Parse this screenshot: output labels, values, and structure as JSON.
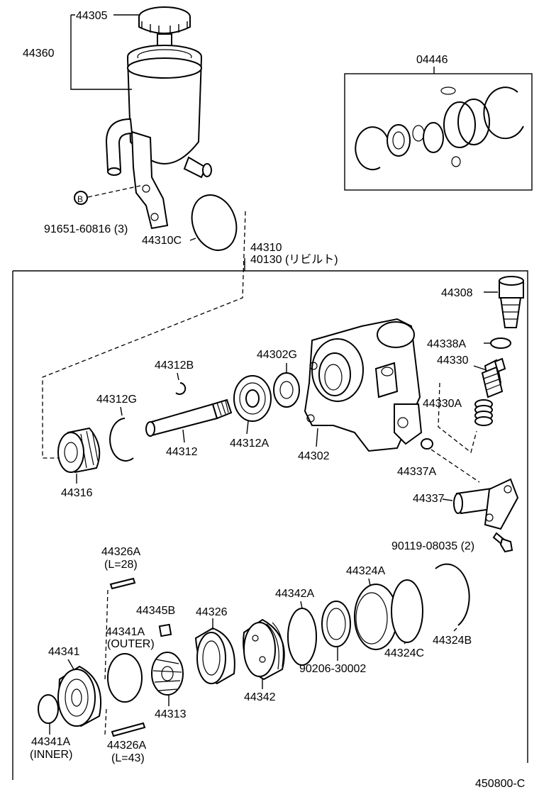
{
  "labels": {
    "p44305": "44305",
    "p44360": "44360",
    "p04446": "04446",
    "bolt_b": "B",
    "p91651": "91651-60816 (3)",
    "p44310c": "44310C",
    "p44310": "44310",
    "p40130": "40130 (リビルト)",
    "p44308": "44308",
    "p44338a": "44338A",
    "p44330": "44330",
    "p44330a": "44330A",
    "p44302g": "44302G",
    "p44312b": "44312B",
    "p44312g": "44312G",
    "p44312": "44312",
    "p44312a": "44312A",
    "p44302": "44302",
    "p44316": "44316",
    "p44337a": "44337A",
    "p44337": "44337",
    "p90119": "90119-08035 (2)",
    "p44326a_top": "44326A",
    "p44326a_top_len": "(L=28)",
    "p44324a": "44324A",
    "p44342a": "44342A",
    "p44345b": "44345B",
    "p44326": "44326",
    "p44341a_outer": "44341A",
    "p44341a_outer_sub": "(OUTER)",
    "p44341": "44341",
    "p44324b": "44324B",
    "p44324c": "44324C",
    "p90206": "90206-30002",
    "p44342": "44342",
    "p44313": "44313",
    "p44341a_inner": "44341A",
    "p44341a_inner_sub": "(INNER)",
    "p44326a_bot": "44326A",
    "p44326a_bot_len": "(L=43)",
    "diagram_code": "450800-C"
  }
}
